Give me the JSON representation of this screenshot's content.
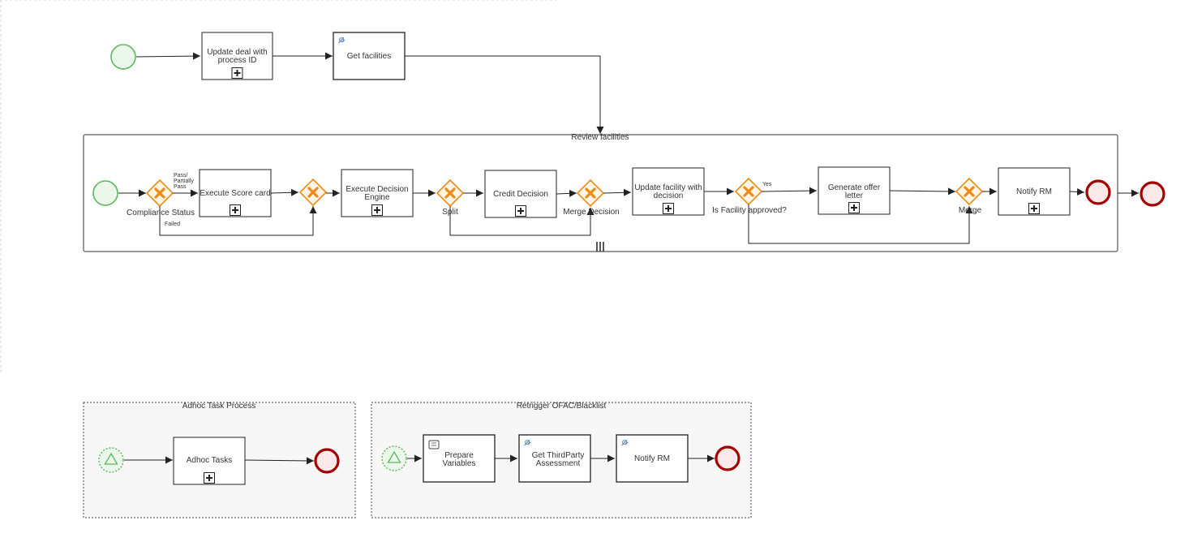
{
  "main_process": {
    "task_update_deal_line1": "Update deal with",
    "task_update_deal_line2": "process ID",
    "task_get_facilities": "Get facilities"
  },
  "review_subprocess": {
    "title": "Review facilities",
    "gw_compliance_label": "Compliance Status",
    "flow_pass_line1": "Pass/",
    "flow_pass_line2": "Partially",
    "flow_pass_line3": "Pass",
    "flow_failed": "Failed",
    "task_execute_score": "Execute Score card",
    "task_decision_engine_line1": "Execute Decision",
    "task_decision_engine_line2": "Engine",
    "gw_split_label": "Split",
    "task_credit_decision": "Credit Decision",
    "gw_merge_decision_label": "Merge Decision",
    "task_update_facility_line1": "Update facility with",
    "task_update_facility_line2": "decision",
    "gw_facility_approved_label": "Is Facility approved?",
    "flow_yes": "Yes",
    "task_offer_letter_line1": "Generate offer",
    "task_offer_letter_line2": "letter",
    "gw_merge_label": "Merge",
    "task_notify_rm": "Notify RM"
  },
  "adhoc_subprocess": {
    "title": "Adhoc Task Process",
    "task_adhoc": "Adhoc Tasks"
  },
  "retrigger_subprocess": {
    "title": "Retrigger OFAC/Blacklist",
    "task_prepare_line1": "Prepare",
    "task_prepare_line2": "Variables",
    "task_thirdparty_line1": "Get ThirdParty",
    "task_thirdparty_line2": "Assessment",
    "task_notify_rm": "Notify RM"
  },
  "colors": {
    "start_stroke": "#5cb85c",
    "start_fill": "#eaf7ea",
    "end_stroke": "#a30000",
    "end_fill": "#fbe9e9",
    "gateway_stroke": "#ef8a17",
    "gateway_fill": "#fff6e6",
    "task_fill": "#ffffff",
    "edge": "#222222"
  }
}
